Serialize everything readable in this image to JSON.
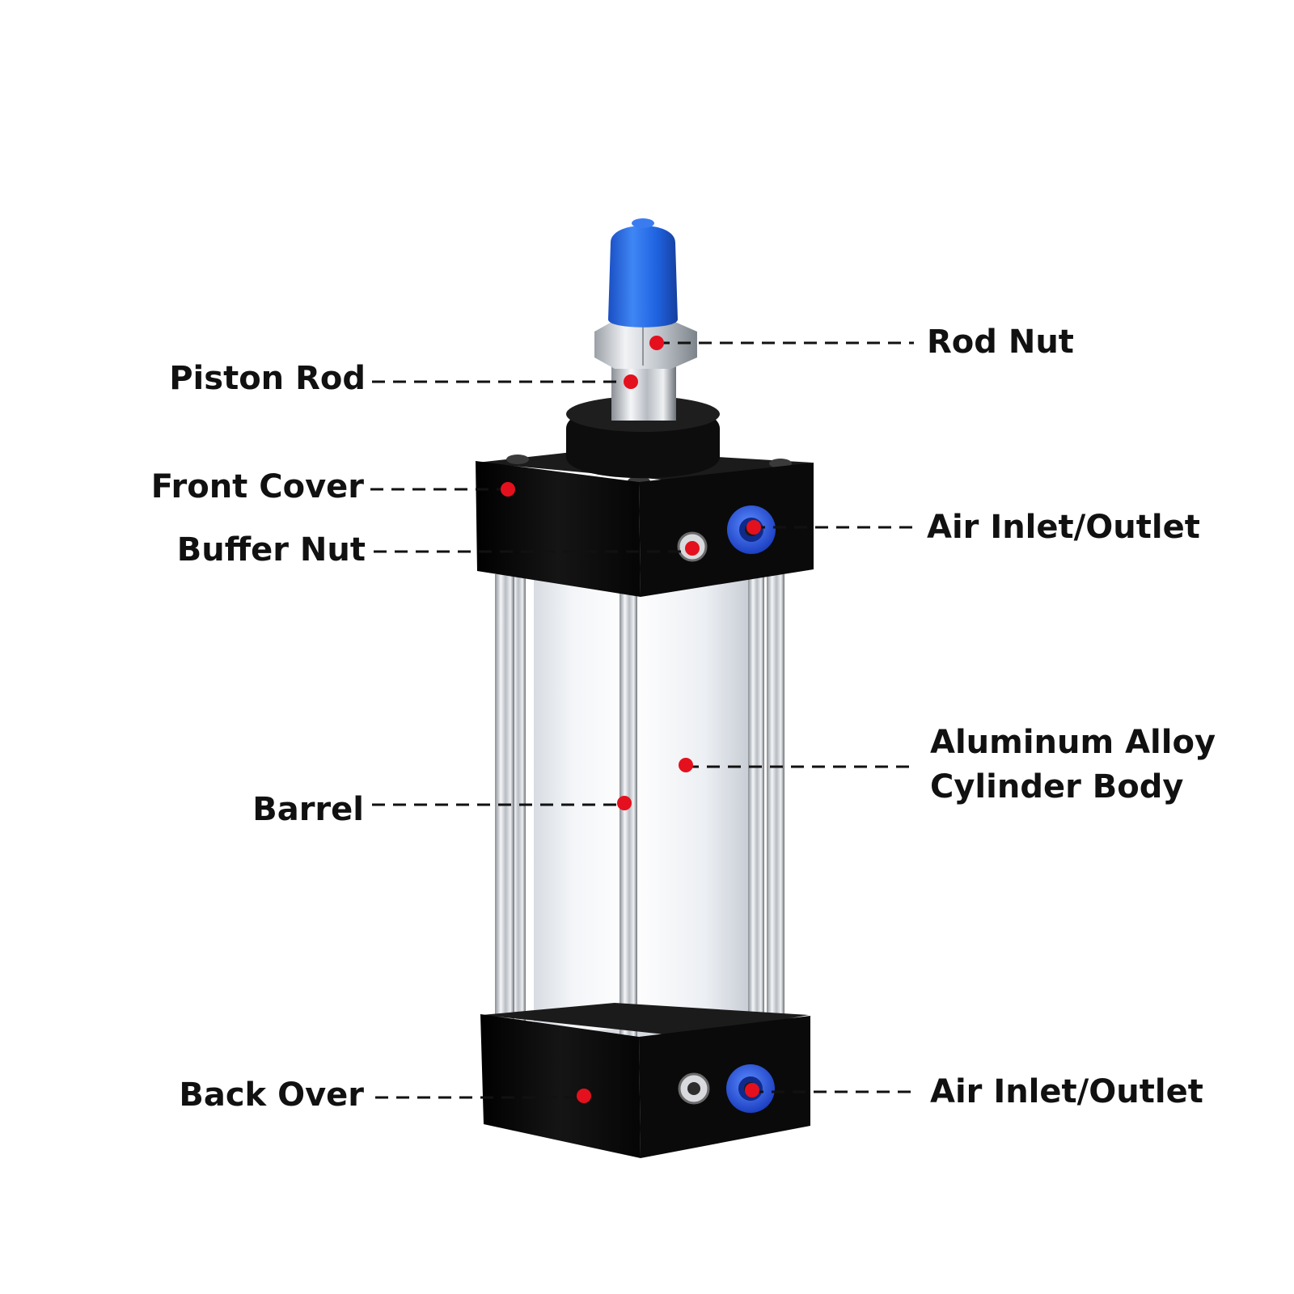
{
  "labels": {
    "rod_nut": "Rod Nut",
    "piston_rod": "Piston Rod",
    "front_cover": "Front Cover",
    "buffer_nut": "Buffer Nut",
    "air_inlet_outlet_top": "Air Inlet/Outlet",
    "aluminum_body_line1": "Aluminum Alloy",
    "aluminum_body_line2": "Cylinder Body",
    "barrel": "Barrel",
    "back_over": "Back Over",
    "air_inlet_outlet_bottom": "Air Inlet/Outlet"
  },
  "colors": {
    "marker": "#e5101d",
    "cap": "#1f63e0",
    "fitting": "#2a55e6",
    "cover": "#0b0b0b",
    "leader": "#111111"
  },
  "icons": {
    "marker": "red-dot-marker",
    "product": "pneumatic-cylinder"
  }
}
